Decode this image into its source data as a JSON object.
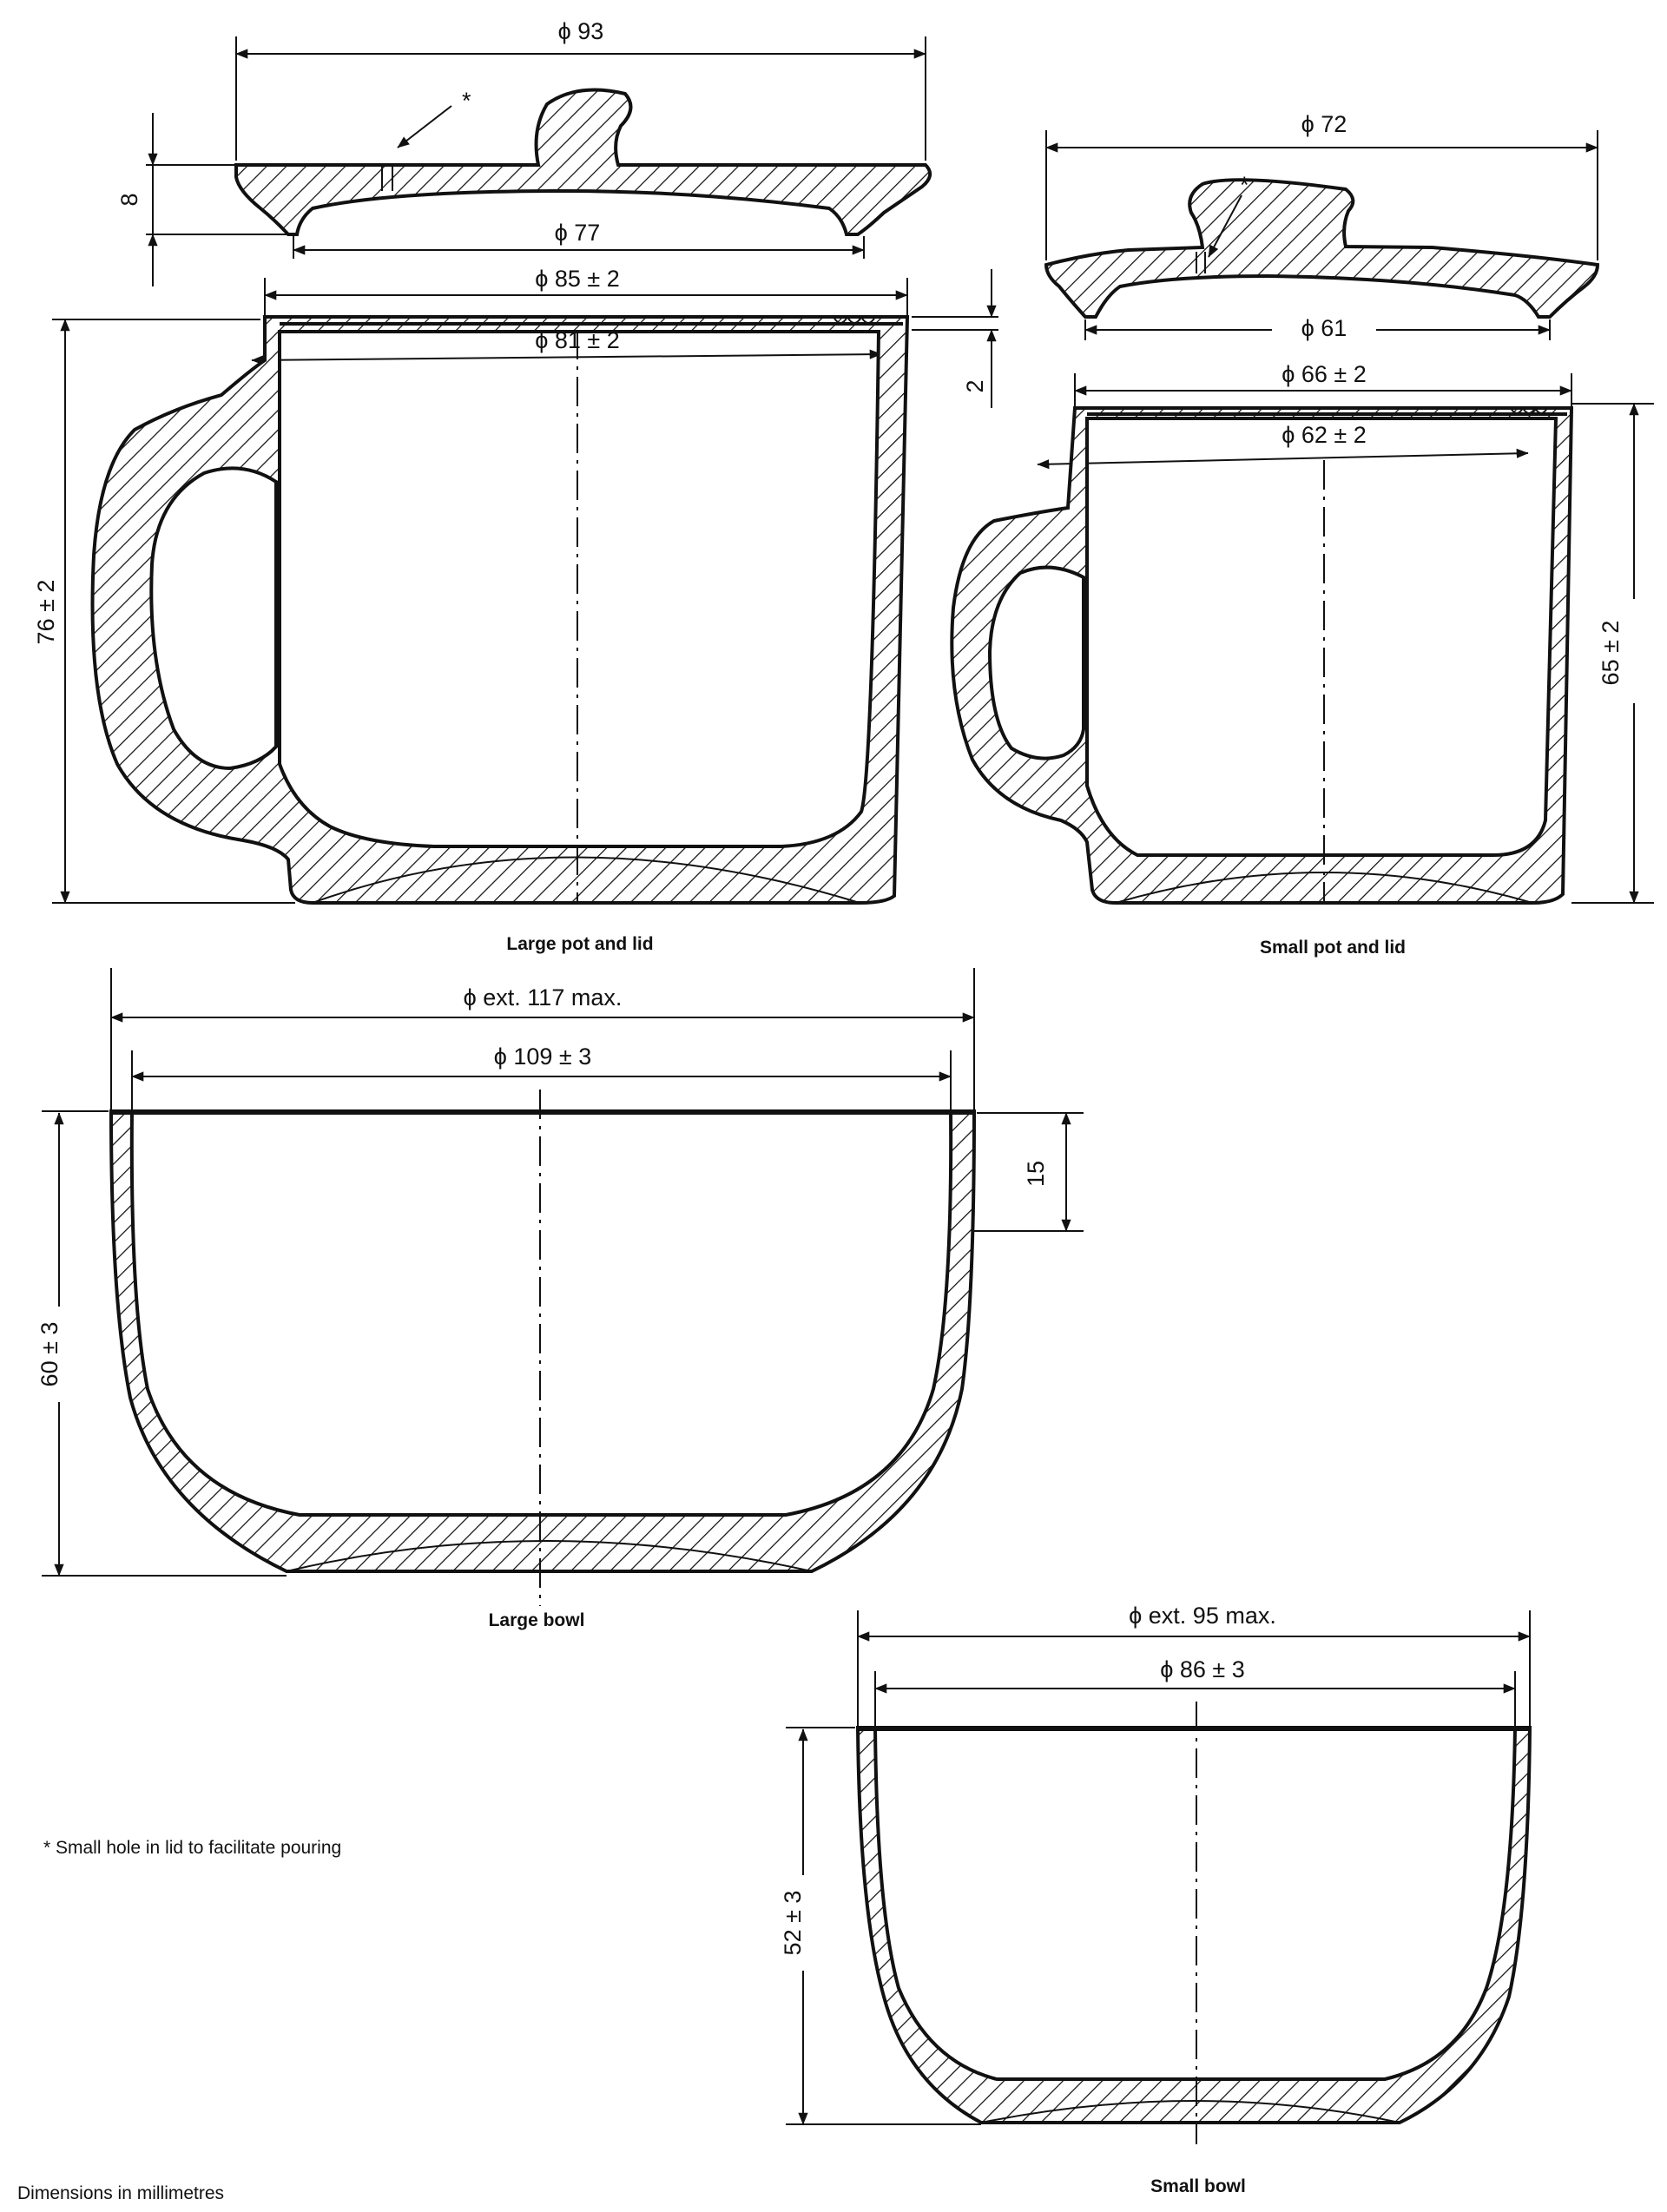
{
  "dimensions": {
    "large_lid_outer": "ϕ 93",
    "large_lid_height": "8",
    "large_lid_flange": "ϕ 77",
    "large_pot_rim": "ϕ 85 ± 2",
    "large_pot_inner": "ϕ 81 ± 2",
    "large_pot_step": "2",
    "large_pot_height": "76 ± 2",
    "small_lid_outer": "ϕ 72",
    "small_lid_flange": "ϕ 61",
    "small_pot_rim": "ϕ 66 ± 2",
    "small_pot_inner": "ϕ 62 ± 2",
    "small_pot_height": "65 ± 2",
    "large_bowl_outer": "ϕ ext. 117 max.",
    "large_bowl_inner": "ϕ 109 ± 3",
    "large_bowl_rim": "15",
    "large_bowl_height": "60 ± 3",
    "small_bowl_outer": "ϕ ext. 95 max.",
    "small_bowl_inner": "ϕ 86 ± 3",
    "small_bowl_height": "52 ± 3"
  },
  "captions": {
    "large_pot": "Large pot and lid",
    "small_pot": "Small pot and lid",
    "large_bowl": "Large bowl",
    "small_bowl": "Small bowl"
  },
  "markers": {
    "hole": "*"
  },
  "notes": {
    "footnote": "*  Small hole in lid to facilitate pouring",
    "units": "Dimensions in millimetres"
  }
}
